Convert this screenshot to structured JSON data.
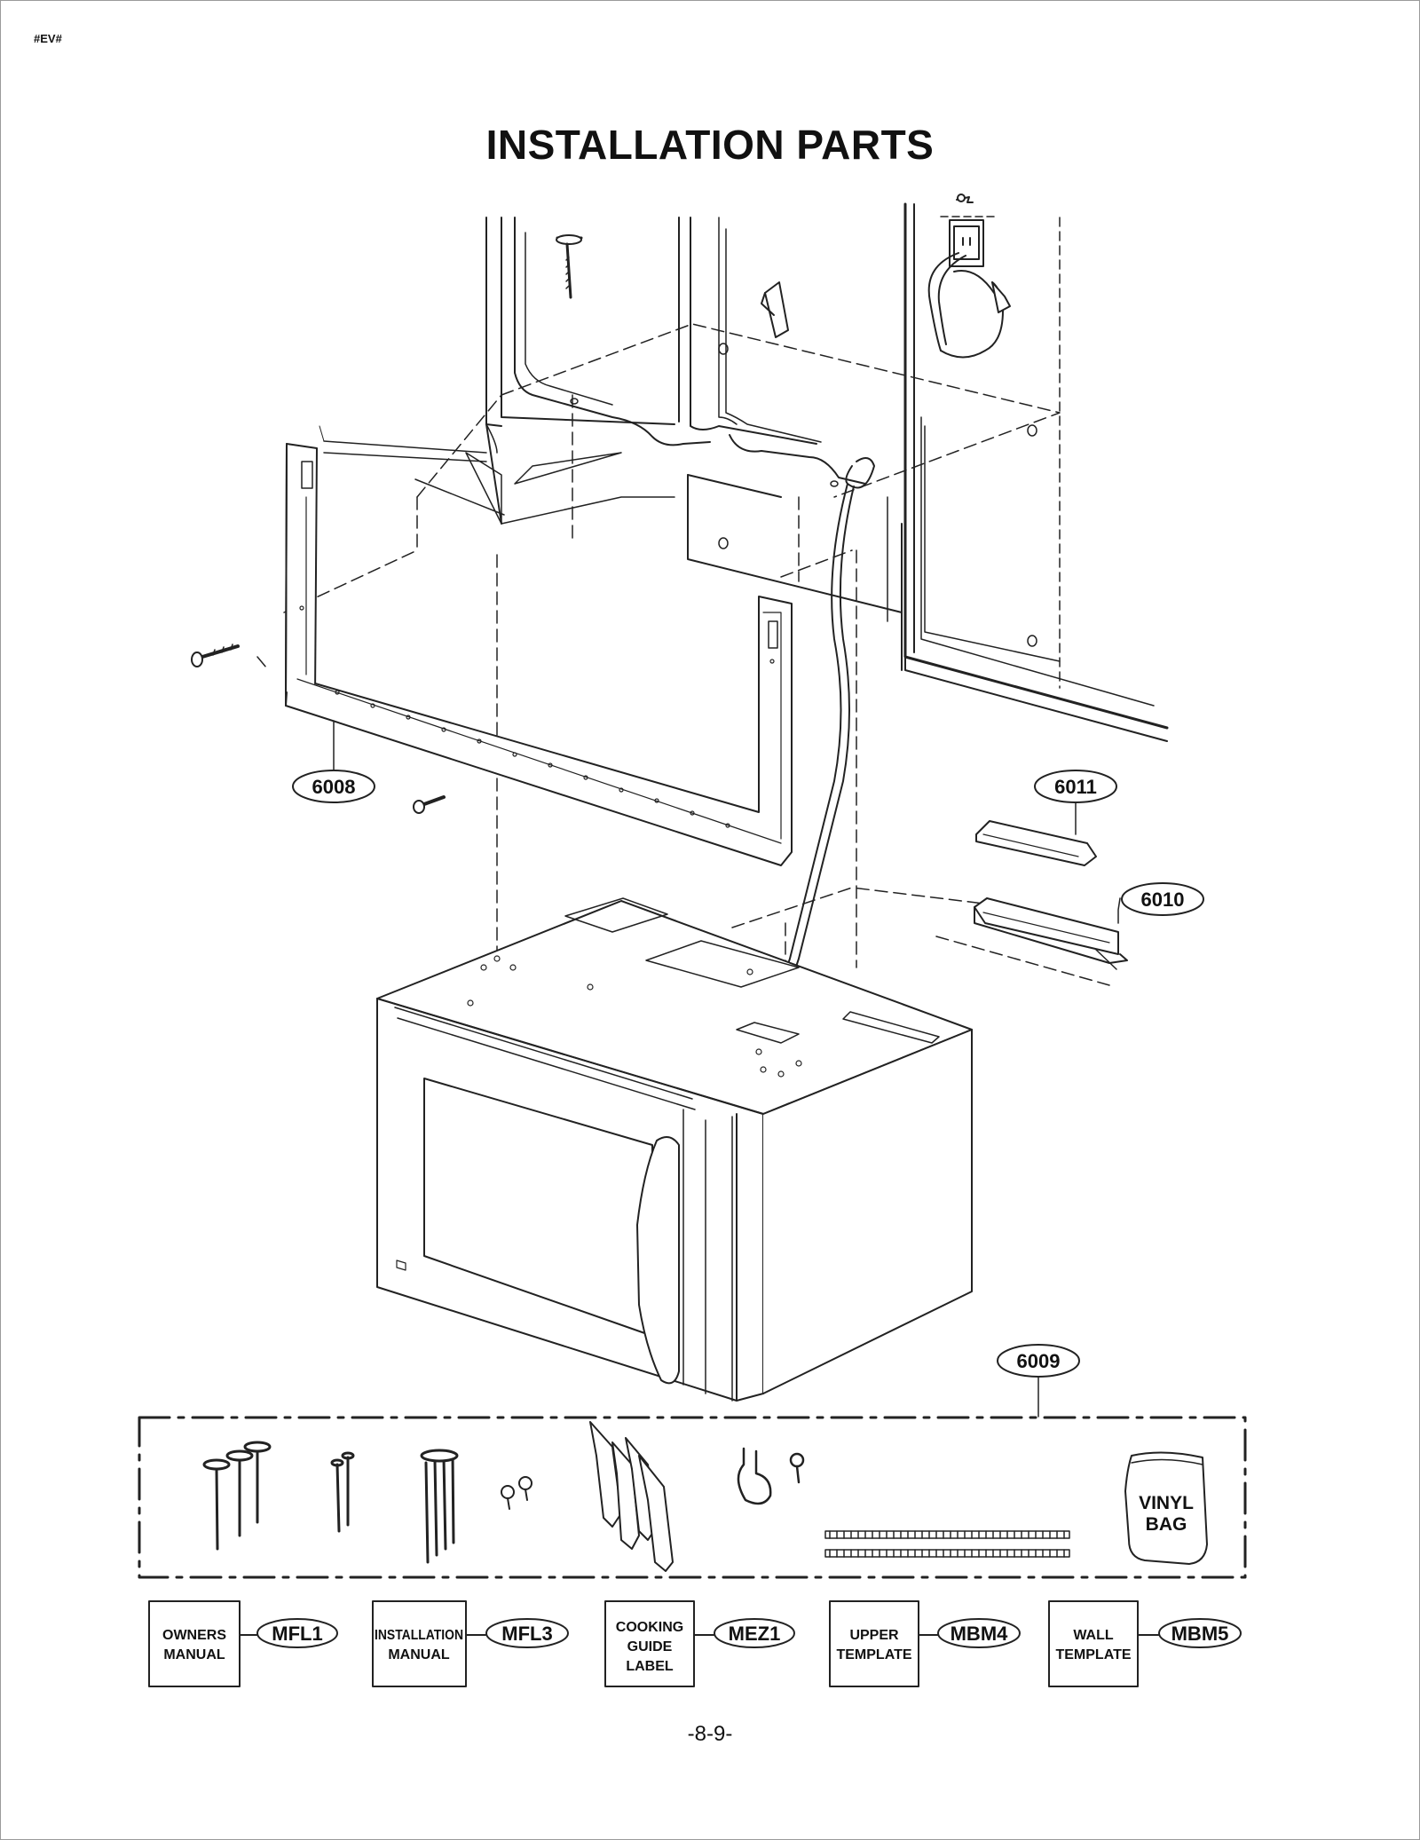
{
  "page": {
    "tag": "#EV#",
    "title": "INSTALLATION PARTS",
    "page_number": "-8-9-"
  },
  "callouts": {
    "c6008": "6008",
    "c6011": "6011",
    "c6010": "6010",
    "c6009": "6009"
  },
  "bag_label": {
    "line1": "VINYL",
    "line2": "BAG"
  },
  "documents": [
    {
      "line1": "OWNERS",
      "line2": "MANUAL",
      "line3": "",
      "code": "MFL1"
    },
    {
      "line1": "INSTALLATION",
      "line2": "MANUAL",
      "line3": "",
      "code": "MFL3"
    },
    {
      "line1": "COOKING",
      "line2": "GUIDE",
      "line3": "LABEL",
      "code": "MEZ1"
    },
    {
      "line1": "UPPER",
      "line2": "TEMPLATE",
      "line3": "",
      "code": "MBM4"
    },
    {
      "line1": "WALL",
      "line2": "TEMPLATE",
      "line3": "",
      "code": "MBM5"
    }
  ]
}
